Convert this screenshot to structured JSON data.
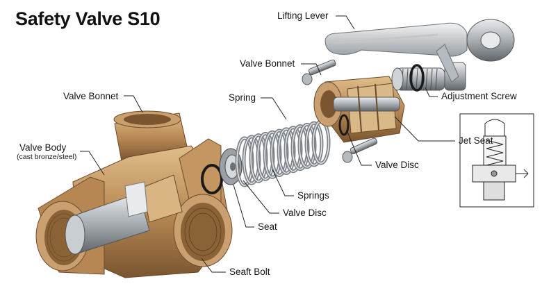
{
  "title": "Safety Valve S10",
  "labels": {
    "lifting_lever": "Lifting Lever",
    "valve_bonnet_top": "Valve Bonnet",
    "adjustment_screw": "Adjustment Screw",
    "spring": "Spring",
    "valve_bonnet_left": "Valve Bonnet",
    "jet_seat": "Jet Seat",
    "valve_body": "Valve Body",
    "valve_body_note": "(cast bronze/steel)",
    "valve_disc_right": "Valve Disc",
    "springs": "Springs",
    "valve_disc_lower": "Valve Disc",
    "seat": "Seat",
    "seaft_bolt": "Seaft Bolt"
  },
  "colors": {
    "bronze": "#b98a55",
    "bronze_dark": "#7a5530",
    "steel": "#a9aeb3",
    "steel_dark": "#5f6569",
    "black_ring": "#1a1a1a",
    "line": "#222222"
  }
}
